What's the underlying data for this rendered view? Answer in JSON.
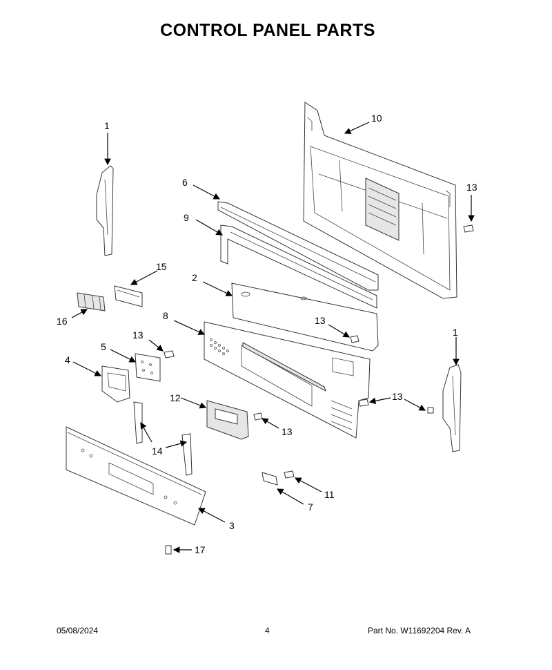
{
  "title": "CONTROL PANEL PARTS",
  "labels": {
    "l1a": "1",
    "l1b": "1",
    "l2": "2",
    "l3": "3",
    "l4": "4",
    "l5": "5",
    "l6": "6",
    "l7": "7",
    "l8": "8",
    "l9": "9",
    "l10": "10",
    "l11": "11",
    "l12": "12",
    "l13a": "13",
    "l13b": "13",
    "l13c": "13",
    "l13d": "13",
    "l13e": "13",
    "l14": "14",
    "l15": "15",
    "l16": "16",
    "l17": "17"
  },
  "footer": {
    "date": "05/08/2024",
    "page": "4",
    "part": "Part No.  W11692204  Rev.  A"
  }
}
